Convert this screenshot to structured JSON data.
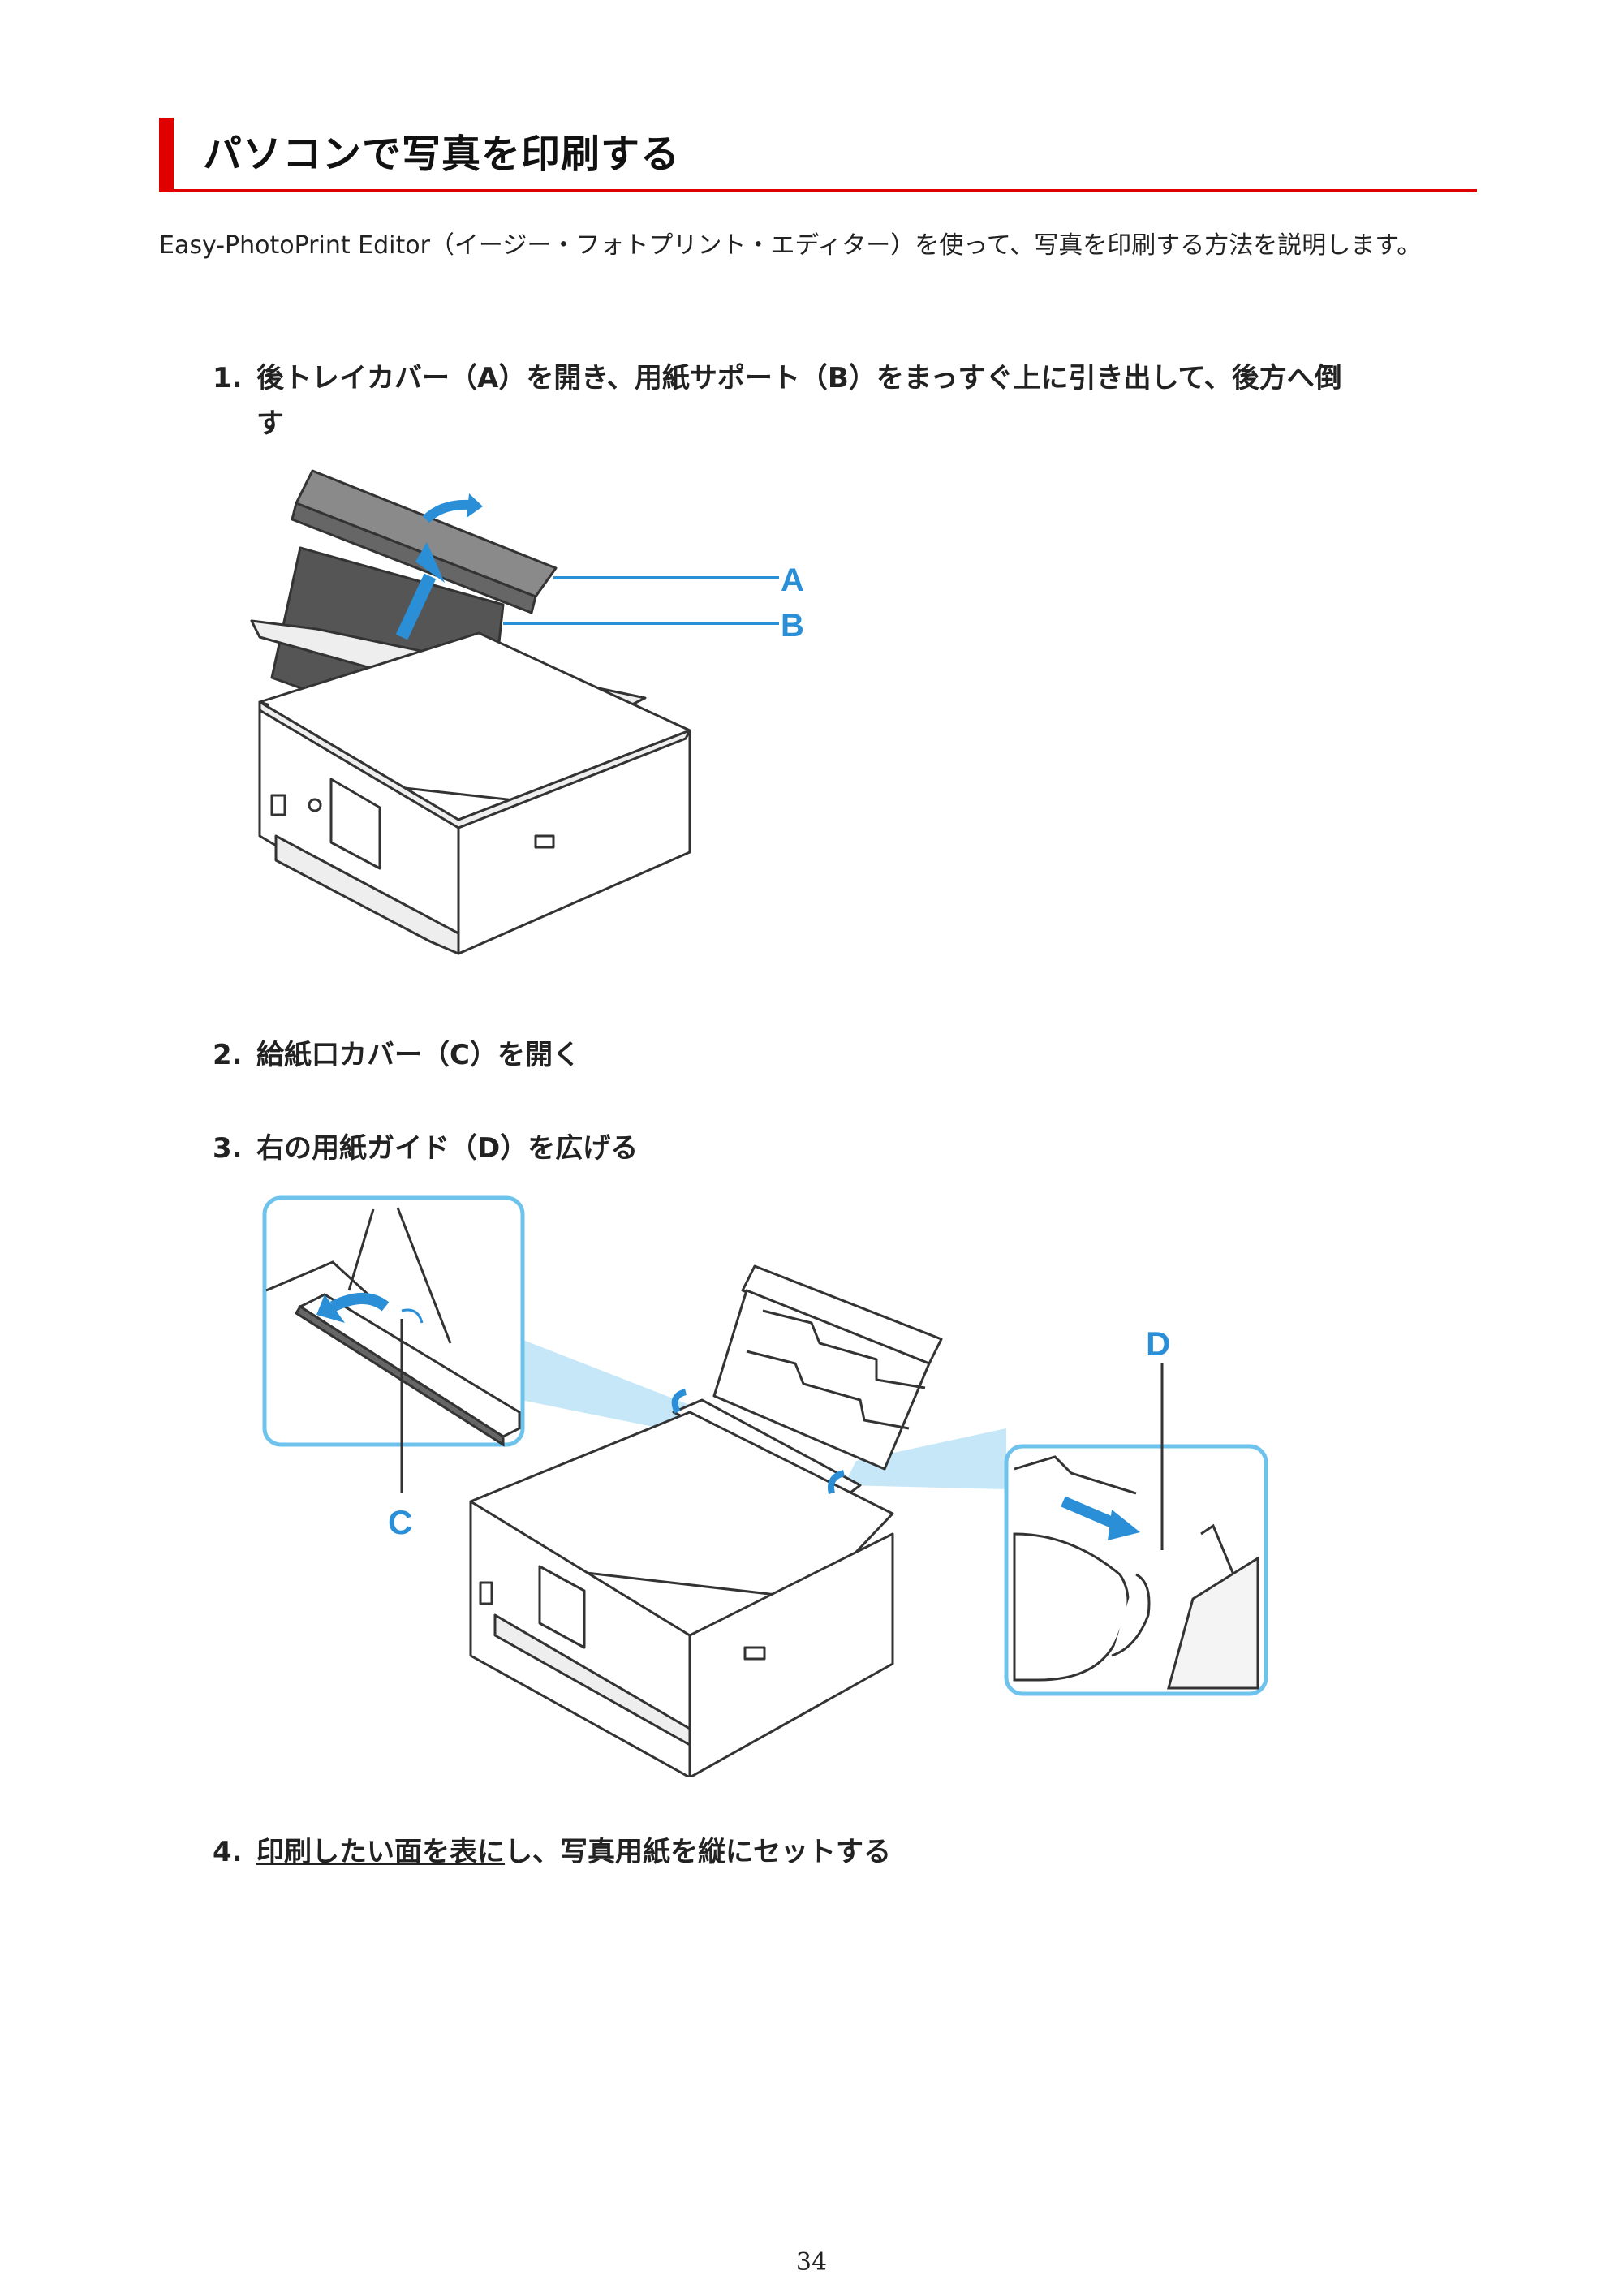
{
  "page": {
    "title": "パソコンで写真を印刷する",
    "intro": "Easy-PhotoPrint Editor（イージー・フォトプリント・エディター）を使って、写真を印刷する方法を説明します。",
    "accent_color": "#e00000",
    "callout_color": "#2a8fd6",
    "page_number": "34"
  },
  "steps": [
    {
      "number": "1.",
      "text": "後トレイカバー（A）を開き、用紙サポート（B）をまっすぐ上に引き出して、後方へ倒",
      "text_cont": "す"
    },
    {
      "number": "2.",
      "text": "給紙口カバー（C）を開く"
    },
    {
      "number": "3.",
      "text": "右の用紙ガイド（D）を広げる"
    },
    {
      "number": "4.",
      "link_text": "印刷したい面を表に",
      "text": "し、写真用紙を縦にセットする"
    }
  ],
  "figures": {
    "fig1_labels": {
      "a": "A",
      "b": "B"
    },
    "fig2_labels": {
      "c": "C",
      "d": "D"
    }
  }
}
